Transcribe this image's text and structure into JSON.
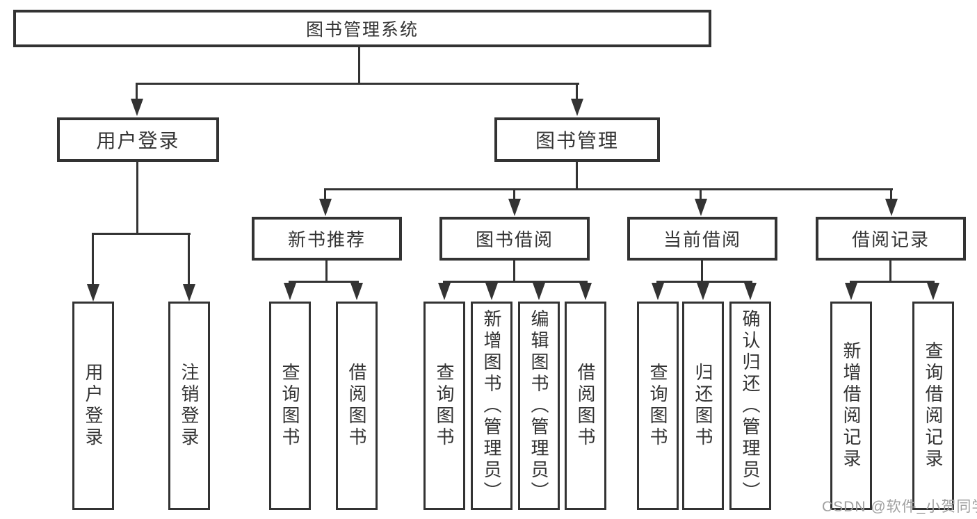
{
  "tree": {
    "label": "图书管理系统",
    "children": [
      {
        "label": "用户登录",
        "children": [
          {
            "label": "用户登录"
          },
          {
            "label": "注销登录"
          }
        ]
      },
      {
        "label": "图书管理",
        "children": [
          {
            "label": "新书推荐",
            "children": [
              {
                "label": "查询图书"
              },
              {
                "label": "借阅图书"
              }
            ]
          },
          {
            "label": "图书借阅",
            "children": [
              {
                "label": "查询图书"
              },
              {
                "label": "新增图书（管理员）"
              },
              {
                "label": "编辑图书（管理员）"
              },
              {
                "label": "借阅图书"
              }
            ]
          },
          {
            "label": "当前借阅",
            "children": [
              {
                "label": "查询图书"
              },
              {
                "label": "归还图书"
              },
              {
                "label": "确认归还（管理员）"
              }
            ]
          },
          {
            "label": "借阅记录",
            "children": [
              {
                "label": "新增借阅记录"
              },
              {
                "label": "查询借阅记录"
              }
            ]
          }
        ]
      }
    ]
  },
  "watermark": {
    "text": "CSDN @软件_小贺同学"
  },
  "colors": {
    "line": "#333333",
    "text": "#333333",
    "box_background": "#ffffff",
    "page_background": "#ffffff",
    "watermark": "#9f9f9f"
  }
}
